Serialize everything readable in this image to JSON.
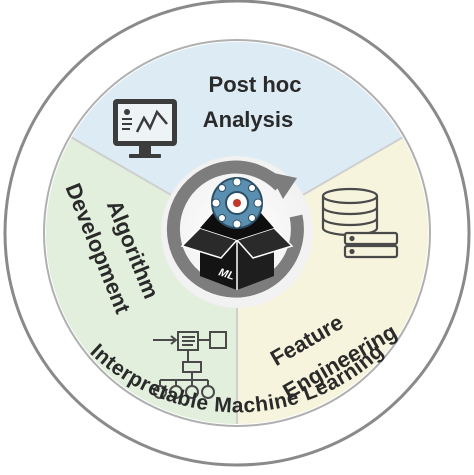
{
  "diagram": {
    "outer_ring_label": "Interpretable Machine Learning",
    "center_box_label": "ML",
    "segments": [
      {
        "id": "post-hoc",
        "lines": [
          "Post hoc",
          "Analysis"
        ],
        "color": "#dcebf4",
        "icon": "monitor-chart-icon"
      },
      {
        "id": "feature",
        "lines": [
          "Feature",
          "Engineering"
        ],
        "color": "#f6f4dc",
        "icon": "database-icon"
      },
      {
        "id": "algorithm",
        "lines": [
          "Algorithm",
          "Development"
        ],
        "color": "#e2efdc",
        "icon": "flowchart-icon"
      }
    ],
    "colors": {
      "ring_border": "#8a8a8a",
      "divider": "#cfcfcf",
      "text": "#2a2a2a",
      "center_ring": "#7d7d7d",
      "box_dark": "#1e1e1e"
    }
  }
}
